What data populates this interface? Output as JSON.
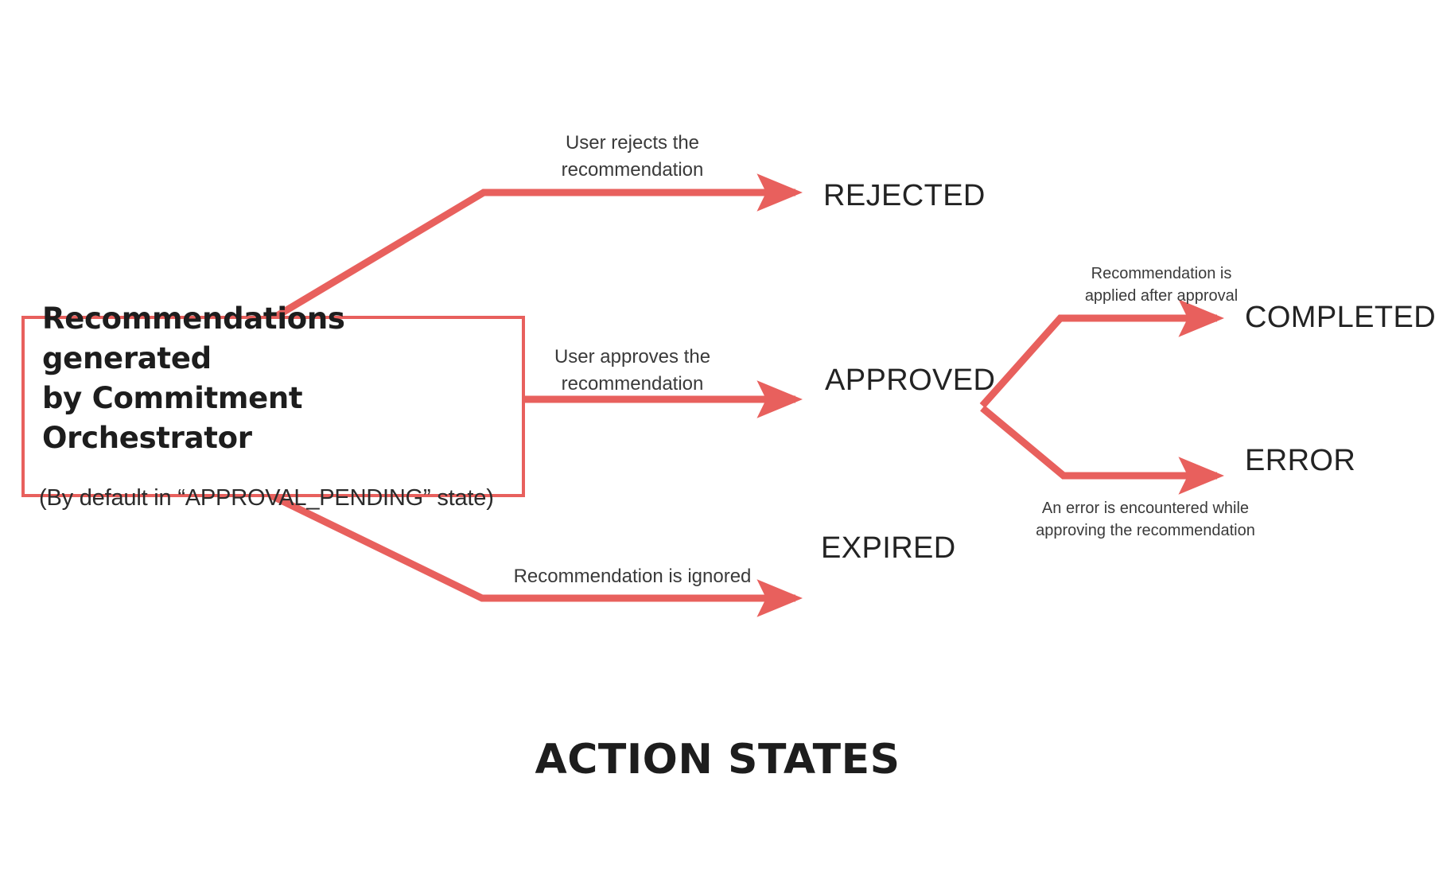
{
  "diagram": {
    "title": "ACTION STATES",
    "accent_color": "#e8605d",
    "text_color": "#232323",
    "background": "#ffffff",
    "source_node": {
      "title_line1": "Recommendations generated",
      "title_line2": "by Commitment Orchestrator",
      "subtitle": "(By default in “APPROVAL_PENDING” state)"
    },
    "states": {
      "rejected": "REJECTED",
      "approved": "APPROVED",
      "completed": "COMPLETED",
      "error": "ERROR",
      "expired": "EXPIRED"
    },
    "edge_labels": {
      "to_rejected": "User rejects the\nrecommendation",
      "to_approved": "User approves the\nrecommendation",
      "to_expired": "Recommendation is ignored",
      "to_completed": "Recommendation is\napplied after approval",
      "to_error": "An error is encountered while\napproving the recommendation"
    }
  }
}
